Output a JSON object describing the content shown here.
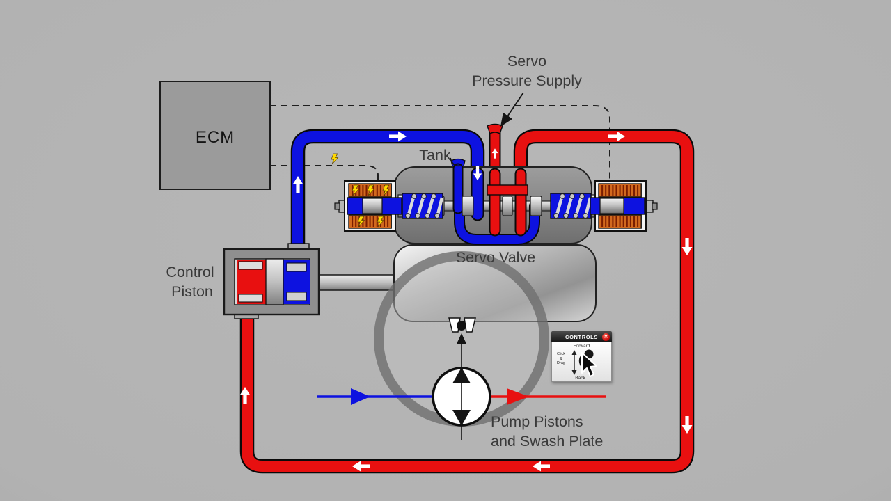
{
  "labels": {
    "ecm": "ECM",
    "servo_supply": [
      "Servo",
      "Pressure Supply"
    ],
    "tank": "Tank",
    "servo_valve": "Servo Valve",
    "control_piston": [
      "Control",
      "Piston"
    ],
    "pump": [
      "Pump Pistons",
      "and Swash Plate"
    ]
  },
  "controls_panel": {
    "title": "CONTROLS",
    "close": "✕",
    "forward": "Forward",
    "back": "Back",
    "drag_hint": [
      "Click",
      "&",
      "Drag"
    ]
  },
  "colors": {
    "background": "#b2b2b2",
    "pipe_blue": "#0d12e0",
    "pipe_red": "#e81010",
    "coil_orange": "#d2691e",
    "lightning_yellow": "#ffd800",
    "label_gray": "#3a3a3a"
  }
}
